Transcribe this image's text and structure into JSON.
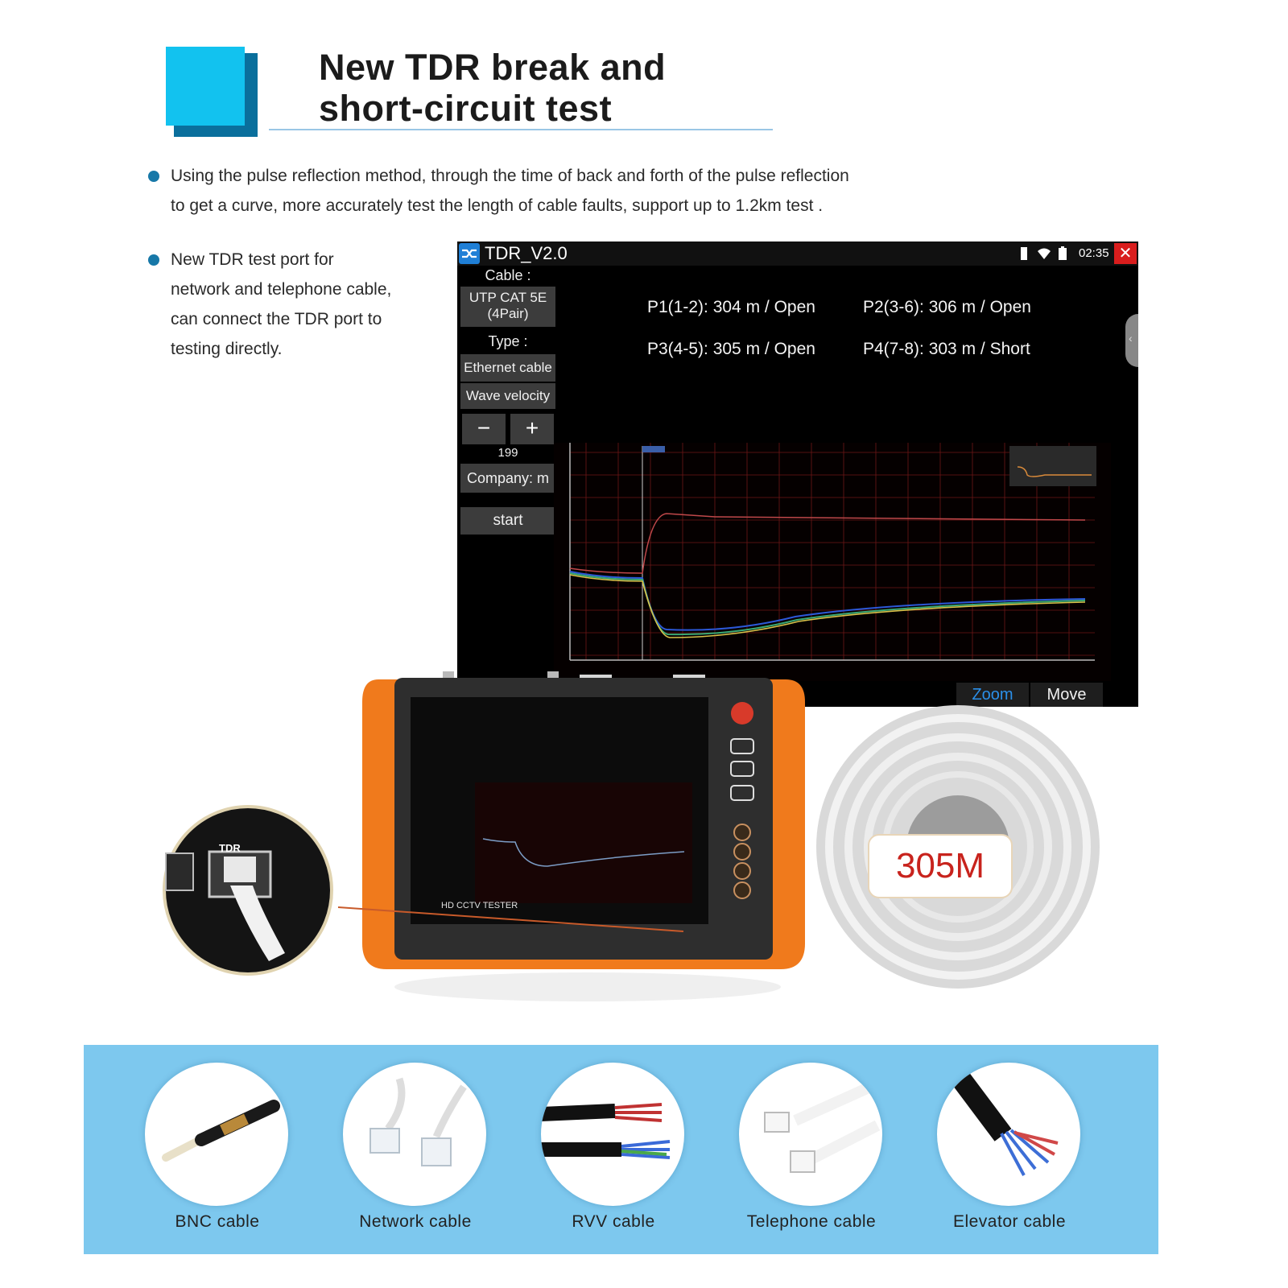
{
  "header": {
    "title_line1": "New TDR break and",
    "title_line2": "short-circuit test"
  },
  "bullets": [
    {
      "line1": "Using the pulse reflection method, through the time of back and forth of the pulse reflection",
      "line2": "to get a curve, more accurately test the length of cable faults, support up to 1.2km test ."
    },
    {
      "line1": "New TDR test port for",
      "line2": "network and telephone cable,",
      "line3": "can connect the TDR port to",
      "line4": "testing directly."
    }
  ],
  "screen": {
    "app_title": "TDR_V2.0",
    "clock": "02:35",
    "close_glyph": "✕",
    "sidebar": {
      "cable_label": "Cable :",
      "cable_value_line1": "UTP CAT 5E",
      "cable_value_line2": "(4Pair)",
      "type_label": "Type :",
      "type_value": "Ethernet cable",
      "wave_velocity_label": "Wave velocity",
      "minus_label": "−",
      "plus_label": "+",
      "wave_velocity_value": "199",
      "company_label": "Company: m",
      "start_label": "start"
    },
    "readouts": [
      {
        "pair": "P1(1-2):",
        "length": "304 m /",
        "status": "Open"
      },
      {
        "pair": "P2(3-6):",
        "length": "306 m /",
        "status": "Open"
      },
      {
        "pair": "P3(4-5):",
        "length": "305 m /",
        "status": "Open"
      },
      {
        "pair": "P4(7-8):",
        "length": "303 m /",
        "status": "Short"
      }
    ],
    "bottom_bar": {
      "zoom_label": "Zoom",
      "move_label": "Move"
    },
    "icons": [
      "tdr-app-icon",
      "sd-card-icon",
      "wifi-icon",
      "battery-icon",
      "close-icon",
      "collapse-handle-icon"
    ],
    "colors": {
      "accent_blue": "#2b8fe8",
      "close_red": "#d91d1d",
      "grid_red": "#7a1a1a"
    }
  },
  "device": {
    "label": "HD CCTV TESTER",
    "port_label": "TDR"
  },
  "coil": {
    "label": "305M"
  },
  "cables": [
    {
      "label": "BNC cable",
      "icon": "bnc-cable-icon"
    },
    {
      "label": "Network cable",
      "icon": "network-cable-icon"
    },
    {
      "label": "RVV cable",
      "icon": "rvv-cable-icon"
    },
    {
      "label": "Telephone cable",
      "icon": "telephone-cable-icon"
    },
    {
      "label": "Elevator cable",
      "icon": "elevator-cable-icon"
    }
  ],
  "theme": {
    "band_color": "#7dc8ee",
    "logo_cyan": "#12c2ef",
    "device_orange": "#f07a1c"
  }
}
